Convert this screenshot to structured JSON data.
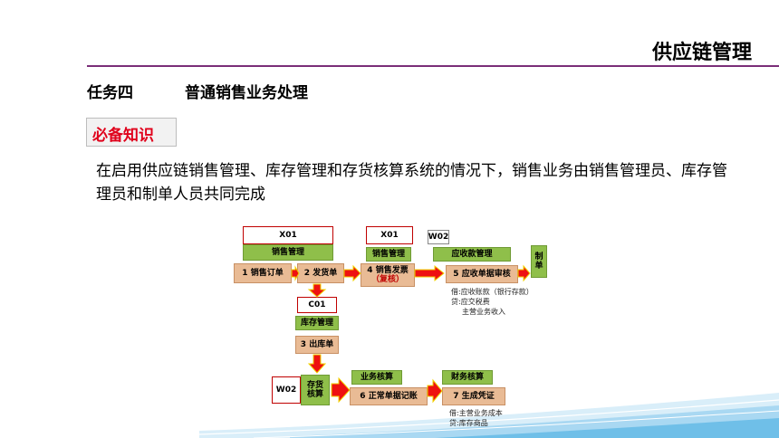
{
  "header": {
    "title": "供应链管理"
  },
  "task": {
    "label": "任务四",
    "name": "普通销售业务处理"
  },
  "badge": {
    "text": "必备知识"
  },
  "paragraph": "在启用供应链销售管理、库存管理和存货核算系统的情况下，销售业务由销售管理员、库存管理员和制单人员共同完成",
  "diagram": {
    "code_x01_a": "X01",
    "code_x01_b": "X01",
    "code_w02_a": "W02",
    "code_c01": "C01",
    "code_w02_b": "W02",
    "sales_mgmt": "销售管理",
    "sales_mgmt_2": "销售管理",
    "receivable_mgmt": "应收款管理",
    "inventory_mgmt": "库存管理",
    "step1": "1 销售订单",
    "step2": "2 发货单",
    "step4_line1": "4 销售发票",
    "step4_line2": "（复核）",
    "step5": "5 应收单据审核",
    "doc_line1": "制",
    "doc_line2": "单",
    "step3": "3 出库单",
    "inv_acct_line1": "存货",
    "inv_acct_line2": "核算",
    "biz_acct": "业务核算",
    "fin_acct": "财务核算",
    "step6": "6 正常单据记账",
    "step7": "7 生成凭证",
    "note1": [
      "借:应收账款（银行存款）",
      "贷:应交税费",
      "主营业务收入"
    ],
    "note2": [
      "借:主营业务成本",
      "贷:库存商品"
    ]
  },
  "colors": {
    "accent": "#7a2e78",
    "badge_text": "#e0001b",
    "arrow_red": "#e11",
    "arrow_yellow": "#f2d200"
  }
}
